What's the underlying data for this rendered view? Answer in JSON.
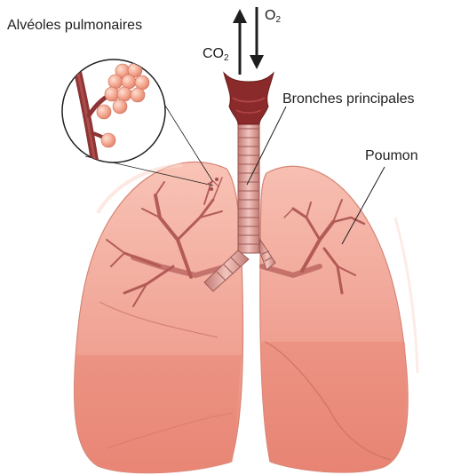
{
  "labels": {
    "alveoles": "Alvéoles pulmonaires",
    "bronches": "Bronches principales",
    "poumon": "Poumon",
    "co2_main": "CO",
    "co2_sub": "2",
    "o2_main": "O",
    "o2_sub": "2"
  },
  "arrows": {
    "co2_direction": "up",
    "o2_direction": "down"
  },
  "colors": {
    "lung_fill": "#f0a293",
    "lung_dark": "#e07f6f",
    "bronchi": "#a84c4a",
    "trachea": "#d9958f",
    "larynx": "#8a2a2a",
    "alveoli": "#f4a68f",
    "text": "#1e1e1e"
  }
}
